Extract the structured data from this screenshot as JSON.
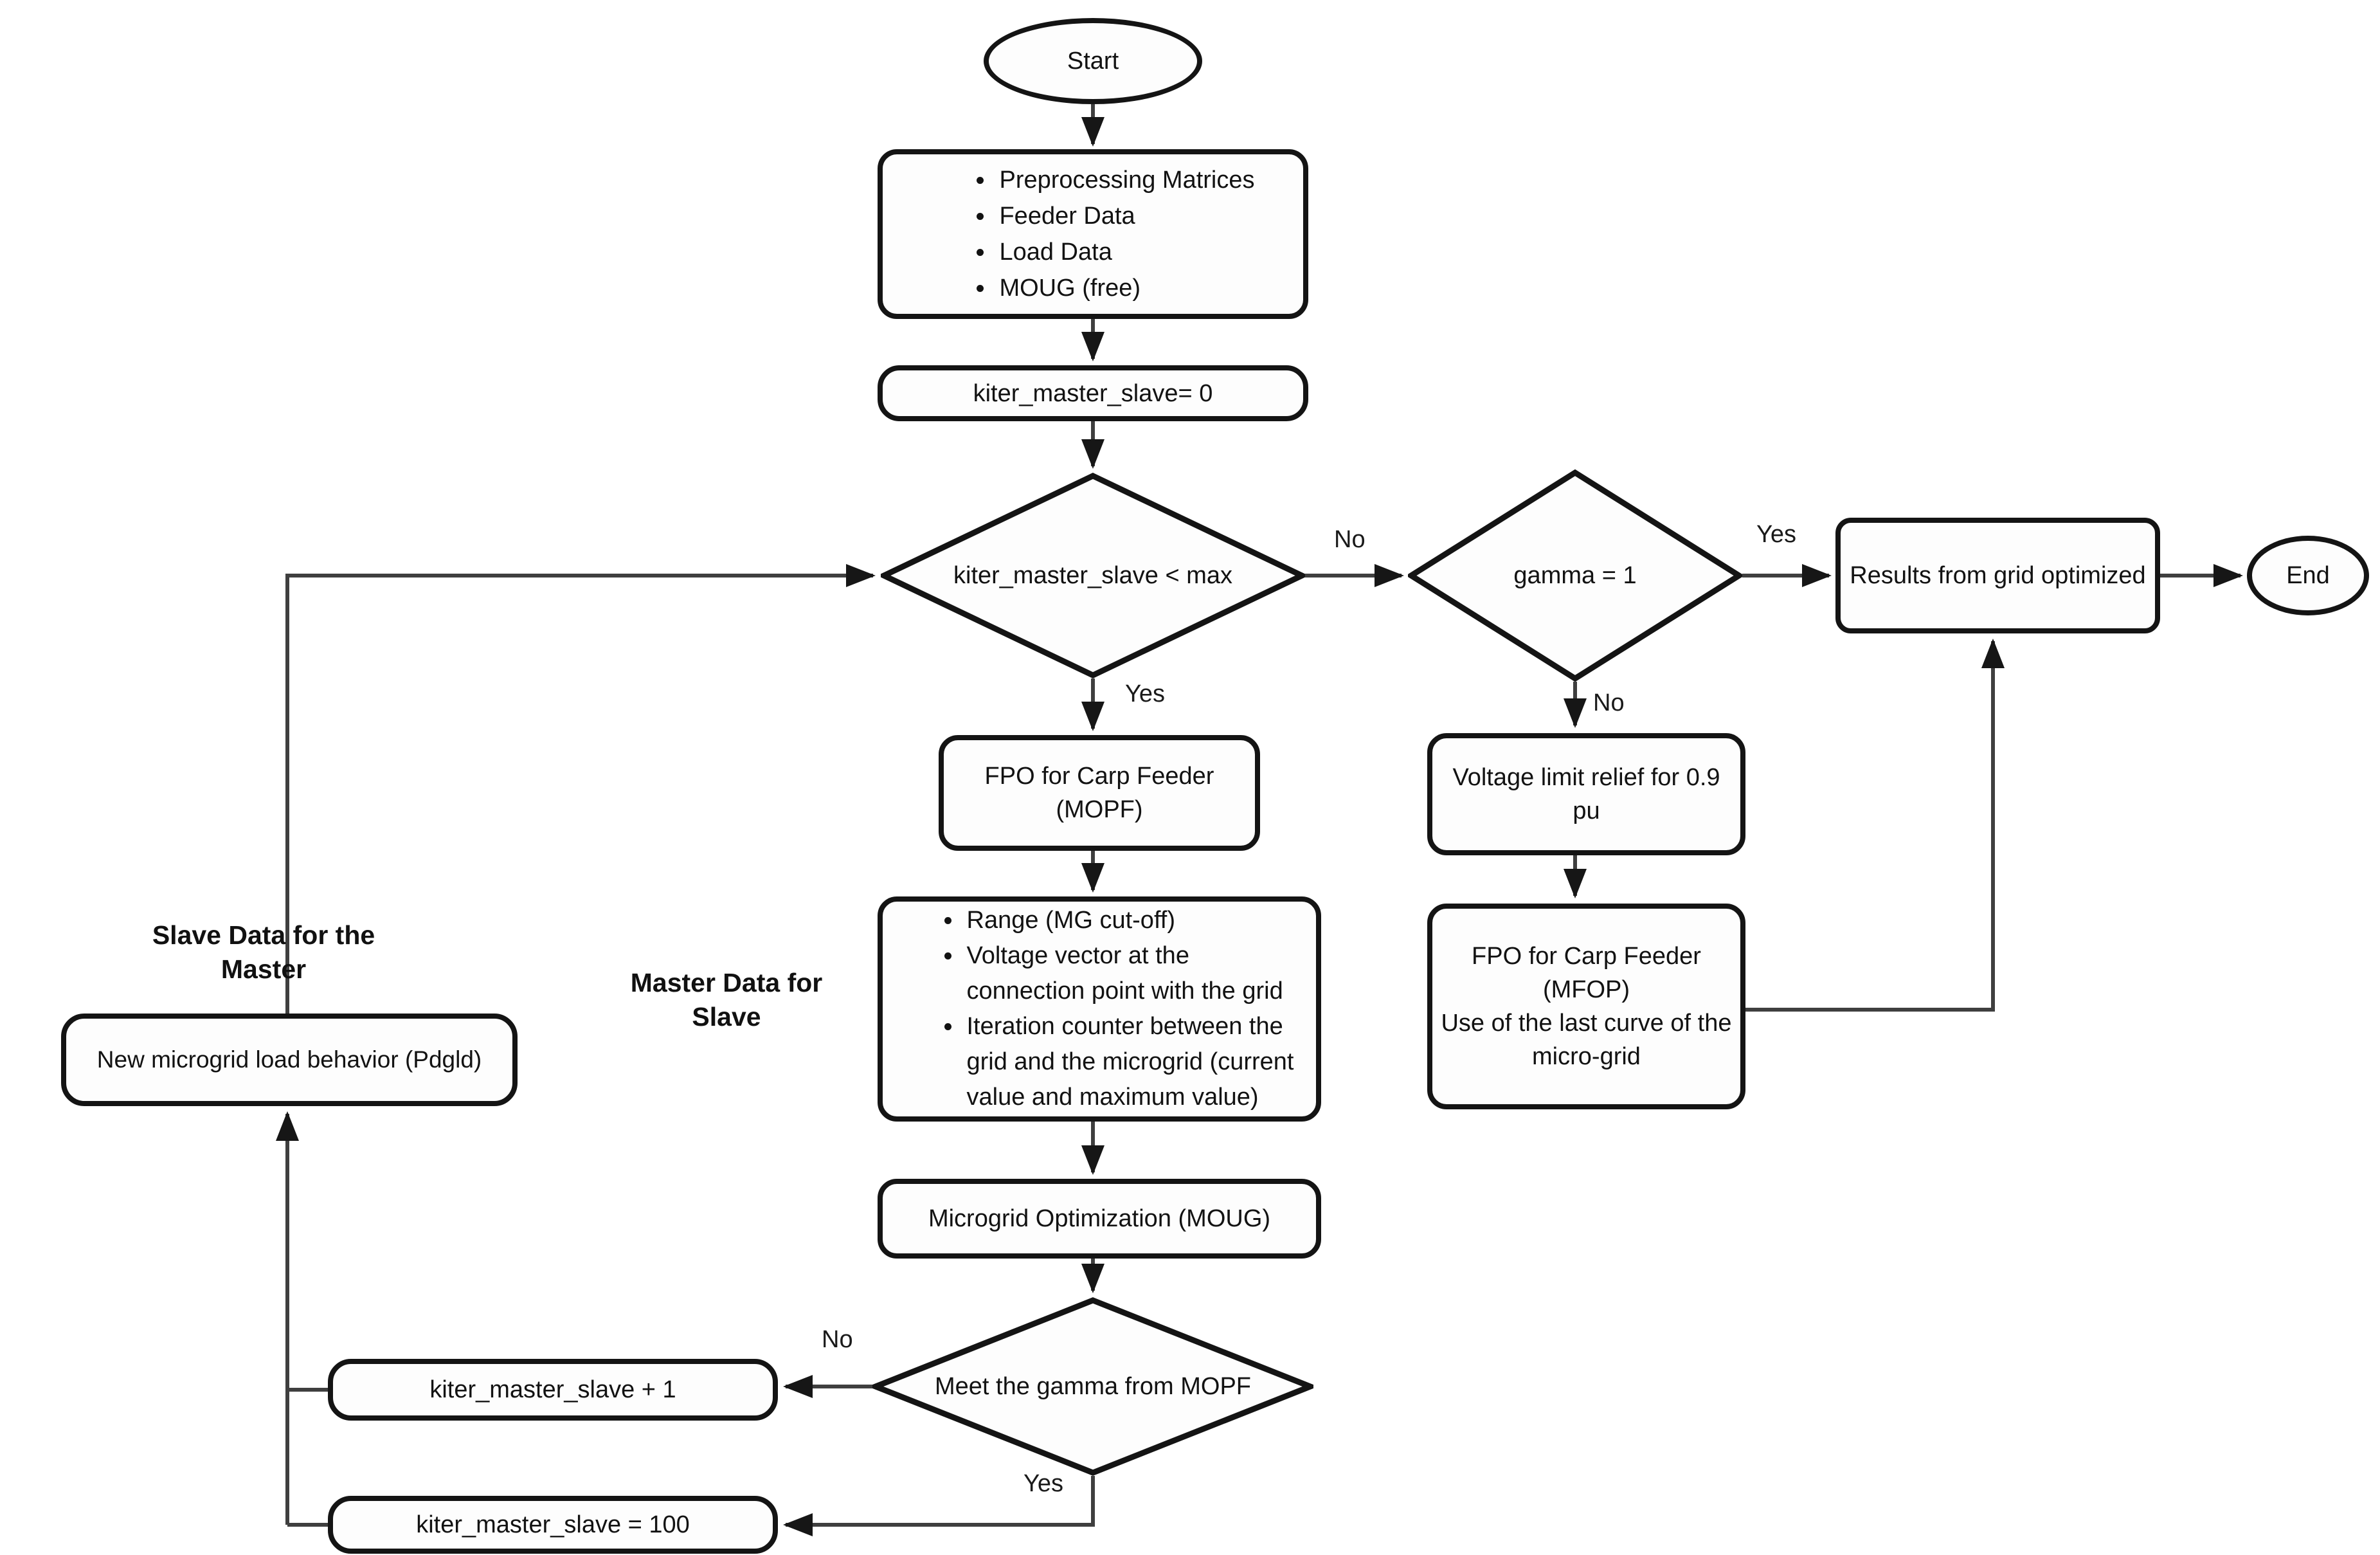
{
  "colors": {
    "background": "#ffffff",
    "node_border": "#141414",
    "connector": "#3f3f3f",
    "arrowhead": "#161616",
    "text": "#121212"
  },
  "nodes": {
    "start": {
      "label": "Start"
    },
    "preprocessing": {
      "items": [
        "Preprocessing Matrices",
        "Feeder Data",
        "Load Data",
        "MOUG (free)"
      ]
    },
    "init_counter": {
      "label": "kiter_master_slave= 0"
    },
    "iteration_check": {
      "label": "kiter_master_slave < max"
    },
    "gamma_check": {
      "label": "gamma = 1"
    },
    "results": {
      "label": "Results from grid optimized"
    },
    "end": {
      "label": "End"
    },
    "fpo_mopf": {
      "line1": "FPO for Carp Feeder",
      "line2": "(MOPF)"
    },
    "master_data_box": {
      "item1": "Range (MG cut-off)",
      "item2_line1": "Voltage vector at the",
      "item2_line2": "connection point with the grid",
      "item3_line1": "Iteration counter between the",
      "item3_line2": "grid and the microgrid (current",
      "item3_line3": "value and maximum value)"
    },
    "moug": {
      "label": "Microgrid Optimization (MOUG)"
    },
    "gamma_meet_check": {
      "label": "Meet the gamma from MOPF"
    },
    "increment_counter": {
      "label": "kiter_master_slave + 1"
    },
    "set_counter_100": {
      "label": "kiter_master_slave = 100"
    },
    "voltage_relief": {
      "line1": "Voltage limit relief for 0.9",
      "line2": "pu"
    },
    "fpo_mfop": {
      "line1": "FPO for Carp Feeder",
      "line2": "(MFOP)",
      "line3": "Use of the last curve of the",
      "line4": "micro-grid"
    },
    "new_load_behavior": {
      "label": "New microgrid load behavior (Pdgld)"
    }
  },
  "side_labels": {
    "slave_line1": "Slave Data for the",
    "slave_line2": "Master",
    "master_line1": "Master Data for",
    "master_line2": "Slave"
  },
  "edge_labels": {
    "iter_no": "No",
    "iter_yes": "Yes",
    "gamma_yes": "Yes",
    "gamma_no": "No",
    "meet_no": "No",
    "meet_yes": "Yes"
  },
  "edges": [
    {
      "from": "start",
      "to": "preprocessing"
    },
    {
      "from": "preprocessing",
      "to": "init_counter"
    },
    {
      "from": "init_counter",
      "to": "iteration_check"
    },
    {
      "from": "iteration_check",
      "to": "gamma_check",
      "label": "No"
    },
    {
      "from": "iteration_check",
      "to": "fpo_mopf",
      "label": "Yes"
    },
    {
      "from": "gamma_check",
      "to": "results",
      "label": "Yes"
    },
    {
      "from": "gamma_check",
      "to": "voltage_relief",
      "label": "No"
    },
    {
      "from": "results",
      "to": "end"
    },
    {
      "from": "fpo_mopf",
      "to": "master_data_box"
    },
    {
      "from": "master_data_box",
      "to": "moug"
    },
    {
      "from": "moug",
      "to": "gamma_meet_check"
    },
    {
      "from": "gamma_meet_check",
      "to": "increment_counter",
      "label": "No"
    },
    {
      "from": "gamma_meet_check",
      "to": "set_counter_100",
      "label": "Yes"
    },
    {
      "from": "increment_counter",
      "to": "new_load_behavior"
    },
    {
      "from": "set_counter_100",
      "to": "new_load_behavior"
    },
    {
      "from": "new_load_behavior",
      "to": "iteration_check"
    },
    {
      "from": "voltage_relief",
      "to": "fpo_mfop"
    },
    {
      "from": "fpo_mfop",
      "to": "results"
    }
  ]
}
